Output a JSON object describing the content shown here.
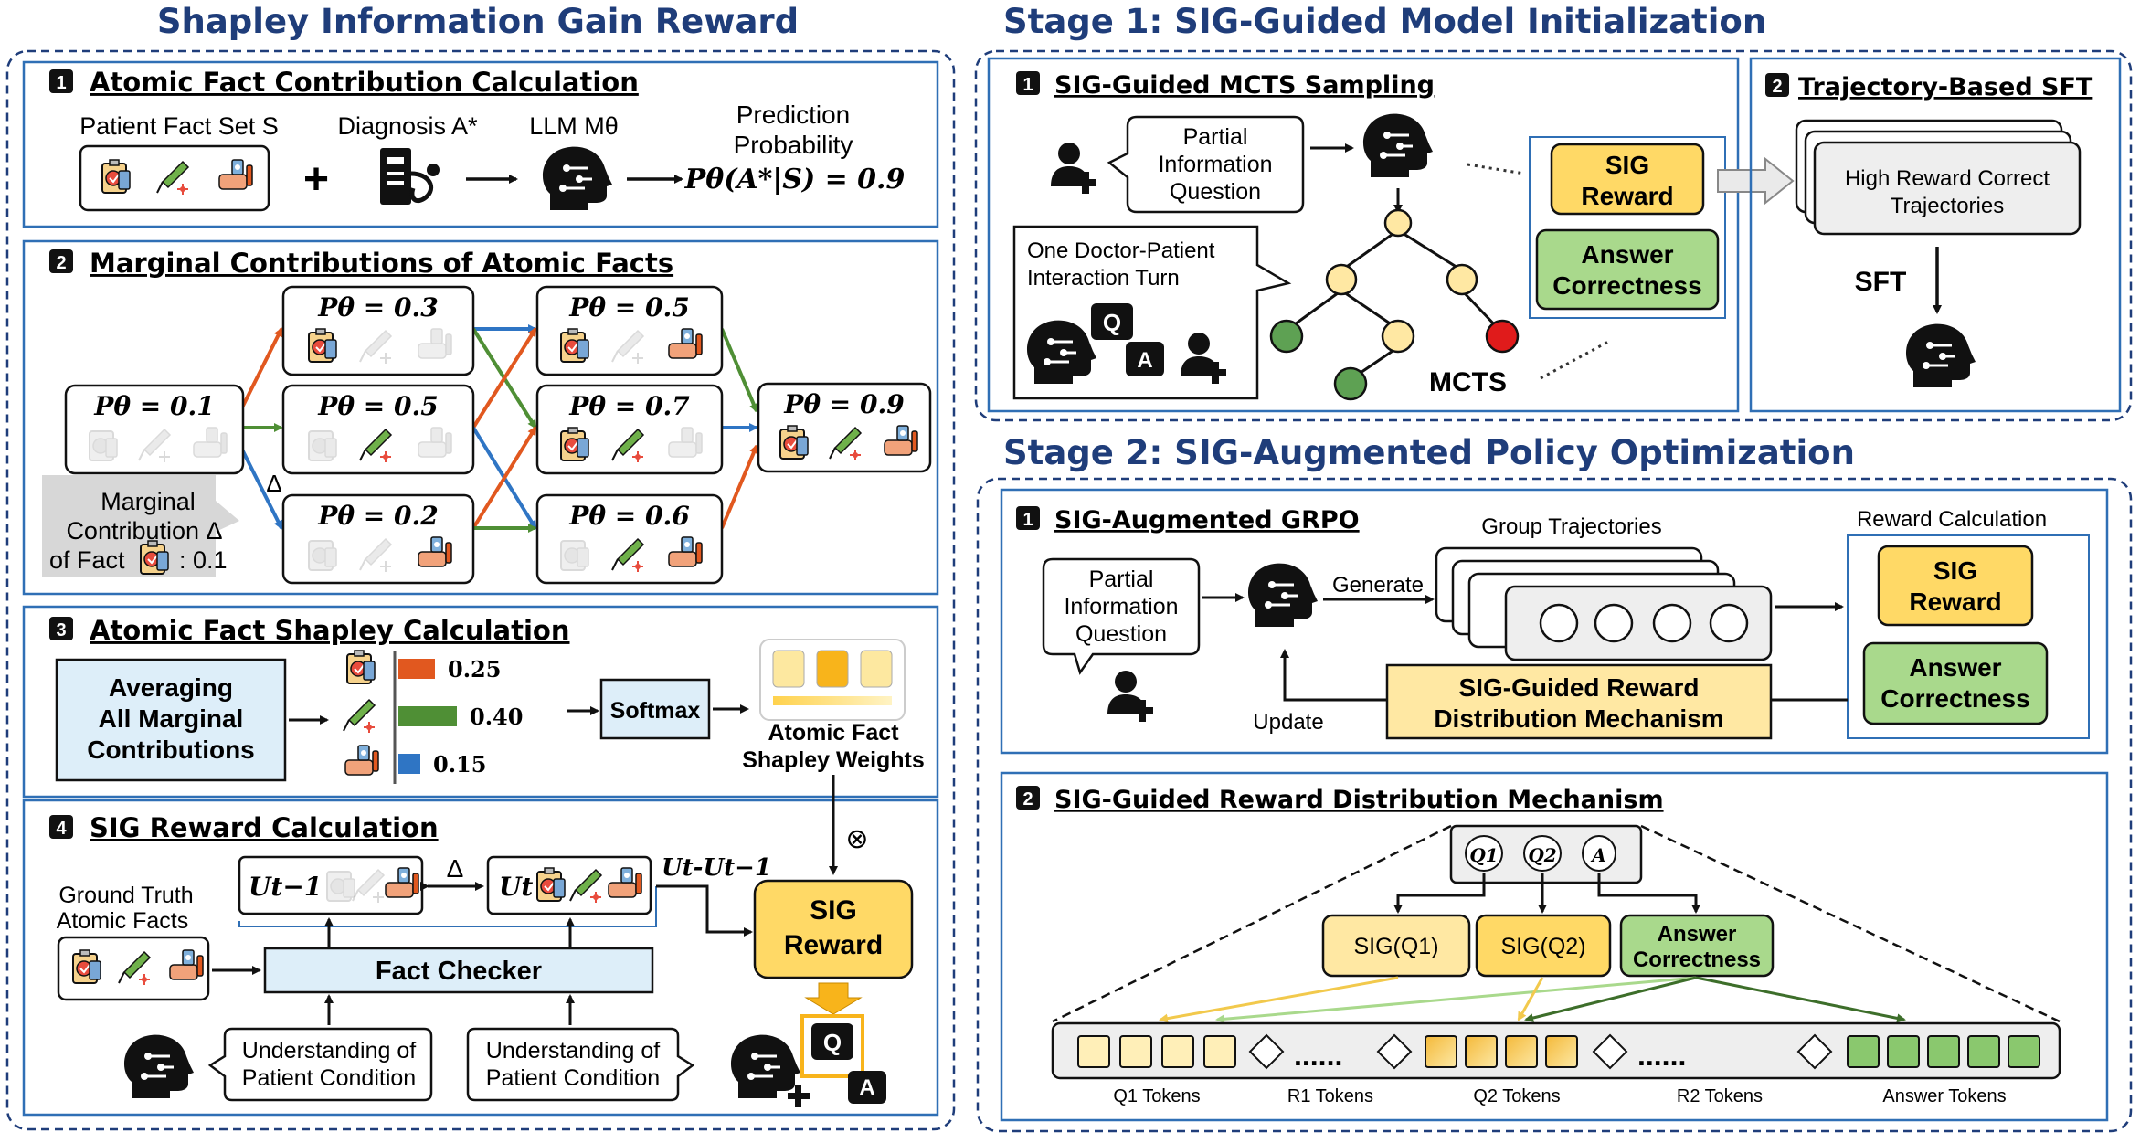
{
  "left": {
    "title": "Shapley Information Gain Reward",
    "s1": {
      "num": "1",
      "title": "Atomic Fact Contribution Calculation",
      "patient_label": "Patient Fact Set S",
      "diagnosis_label": "Diagnosis A*",
      "llm_label": "LLM Mθ",
      "pred_label_1": "Prediction",
      "pred_label_2": "Probability",
      "pred_formula": "Pθ(A*|S) = 0.9",
      "plus": "+"
    },
    "s2": {
      "num": "2",
      "title": "Marginal Contributions of Atomic Facts",
      "nodes": [
        "Pθ = 0.1",
        "Pθ = 0.3",
        "Pθ = 0.5",
        "Pθ = 0.2",
        "Pθ = 0.5",
        "Pθ = 0.7",
        "Pθ = 0.6",
        "Pθ = 0.9"
      ],
      "delta": "Δ",
      "callout_1": "Marginal",
      "callout_2": "Contribution Δ",
      "callout_3a": "of Fact",
      "callout_3b": ": 0.1"
    },
    "s3": {
      "num": "3",
      "title": "Atomic Fact Shapley Calculation",
      "avg_1": "Averaging",
      "avg_2": "All Marginal",
      "avg_3": "Contributions",
      "values": [
        "0.25",
        "0.40",
        "0.15"
      ],
      "softmax": "Softmax",
      "weights_1": "Atomic Fact",
      "weights_2": "Shapley Weights"
    },
    "s4": {
      "num": "4",
      "title": "SIG Reward Calculation",
      "gt_1": "Ground Truth",
      "gt_2": "Atomic Facts",
      "ut1": "Ut−1",
      "ut": "Ut",
      "delta": "Δ",
      "diff": "Ut-Ut−1",
      "fact_checker": "Fact Checker",
      "sig_1": "SIG",
      "sig_2": "Reward",
      "under_1": "Understanding of",
      "under_2": "Patient Condition",
      "otimes": "⊗",
      "q": "Q",
      "a": "A"
    }
  },
  "stage1": {
    "title": "Stage 1: SIG-Guided Model Initialization",
    "mcts": {
      "num": "1",
      "title": "SIG-Guided MCTS Sampling",
      "bubble_1": "Partial",
      "bubble_2": "Information",
      "bubble_3": "Question",
      "turn_1": "One Doctor-Patient",
      "turn_2": "Interaction Turn",
      "mcts_label": "MCTS",
      "sig_1": "SIG",
      "sig_2": "Reward",
      "ans_1": "Answer",
      "ans_2": "Correctness",
      "q": "Q",
      "a": "A"
    },
    "sft": {
      "num": "2",
      "title": "Trajectory-Based SFT",
      "card_1": "High Reward Correct",
      "card_2": "Trajectories",
      "sft_label": "SFT"
    }
  },
  "stage2": {
    "title": "Stage 2: SIG-Augmented Policy Optimization",
    "grpo": {
      "num": "1",
      "title": "SIG-Augmented GRPO",
      "bubble_1": "Partial",
      "bubble_2": "Information",
      "bubble_3": "Question",
      "generate": "Generate",
      "group": "Group Trajectories",
      "reward_calc": "Reward Calculation",
      "sig_1": "SIG",
      "sig_2": "Reward",
      "ans_1": "Answer",
      "ans_2": "Correctness",
      "mech_1": "SIG-Guided Reward",
      "mech_2": "Distribution Mechanism",
      "update": "Update"
    },
    "dist": {
      "num": "2",
      "title": "SIG-Guided Reward Distribution Mechanism",
      "q1": "Q1",
      "q2": "Q2",
      "a": "A",
      "sig_q1": "SIG(Q1)",
      "sig_q2": "SIG(Q2)",
      "ans_1": "Answer",
      "ans_2": "Correctness",
      "dots": "......",
      "token_labels": [
        "Q1 Tokens",
        "R1 Tokens",
        "Q2 Tokens",
        "R2 Tokens",
        "Answer Tokens"
      ]
    }
  },
  "colors": {
    "title_blue": "#1f3d7a",
    "border_blue": "#2f6fb5",
    "sig_yellow": "#ffd966",
    "answer_green": "#a9d98c",
    "light_blue": "#ddeef9",
    "orange_bar": "#e1581f",
    "green_bar": "#4f8f35",
    "blue_bar": "#2f75c4"
  }
}
